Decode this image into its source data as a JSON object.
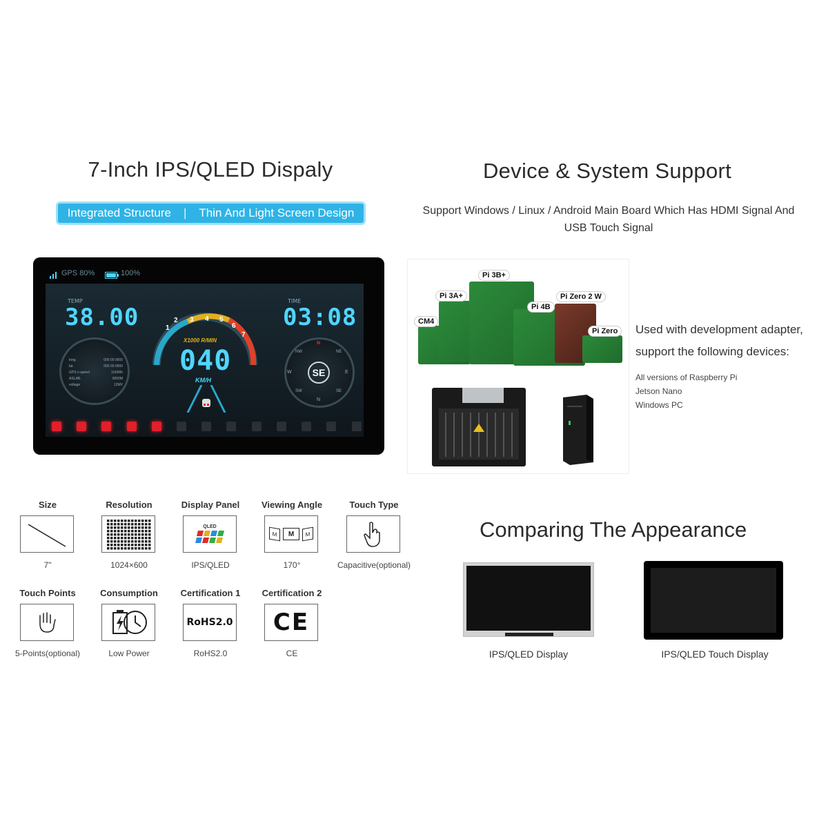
{
  "left": {
    "title": "7-Inch IPS/QLED Dispaly",
    "pill": {
      "left": "Integrated Structure",
      "sep": "|",
      "right": "Thin And Light Screen Design"
    }
  },
  "right": {
    "title": "Device & System Support",
    "support_line1": "Support Windows / Linux / Android Main Board Which Has HDMI Signal And",
    "support_line2": "USB Touch Signal"
  },
  "dashboard": {
    "gps": "GPS 80%",
    "battery": "100%",
    "temp_label": "TEMP",
    "temp_value": "38.00",
    "time_label": "TIME",
    "time_value": "03:08",
    "rpm_label": "X1000 R/MIN",
    "speed_value": "040",
    "speed_unit": "KM/H",
    "gauge_ticks": [
      "1",
      "2",
      "3",
      "4",
      "5",
      "6",
      "7"
    ],
    "info_rows": [
      {
        "k": "long.",
        "v": "000 00 0000"
      },
      {
        "k": "lat.",
        "v": "000 00 0000"
      },
      {
        "k": "GPS v-speed",
        "v": "11KM/h"
      },
      {
        "k": "ASLAB.",
        "v": "0000M"
      },
      {
        "k": "voltage",
        "v": "12MV"
      }
    ],
    "compass": {
      "center": "SE",
      "n": "N",
      "ne": "NE",
      "e": "E",
      "se": "SE",
      "s": "N",
      "sw": "SW",
      "w": "W",
      "nw": "NW"
    },
    "led_active_color": "#e0202a",
    "led_inactive_color": "#2a3034"
  },
  "boards": {
    "labels": {
      "pi3b": "Pi 3B+",
      "pi3a": "Pi 3A+",
      "pi4b": "Pi 4B",
      "pizero2": "Pi Zero 2 W",
      "cm4": "CM4",
      "pizero": "Pi Zero"
    }
  },
  "devices": {
    "line1": "Used with development adapter,",
    "line2": "support the following devices:",
    "list": [
      "All versions of Raspberry Pi",
      "Jetson Nano",
      "Windows PC"
    ]
  },
  "specs": {
    "row1": [
      {
        "label": "Size",
        "value": "7\""
      },
      {
        "label": "Resolution",
        "value": "1024×600"
      },
      {
        "label": "Display Panel",
        "value": "IPS/QLED"
      },
      {
        "label": "Viewing Angle",
        "value": "170°"
      },
      {
        "label": "Touch Type",
        "value": "Capacitive(optional)"
      }
    ],
    "row2": [
      {
        "label": "Touch Points",
        "value": "5-Points(optional)"
      },
      {
        "label": "Consumption",
        "value": "Low Power"
      },
      {
        "label": "Certification 1",
        "value": "RoHS2.0"
      },
      {
        "label": "Certification 2",
        "value": "CE"
      }
    ],
    "qled_text": "QLED",
    "rohs_text": "RoHS2.0",
    "ce_text": "CE",
    "m_text": "M"
  },
  "compare": {
    "title": "Comparing The Appearance",
    "left_label": "IPS/QLED Display",
    "right_label": "IPS/QLED Touch Display"
  }
}
